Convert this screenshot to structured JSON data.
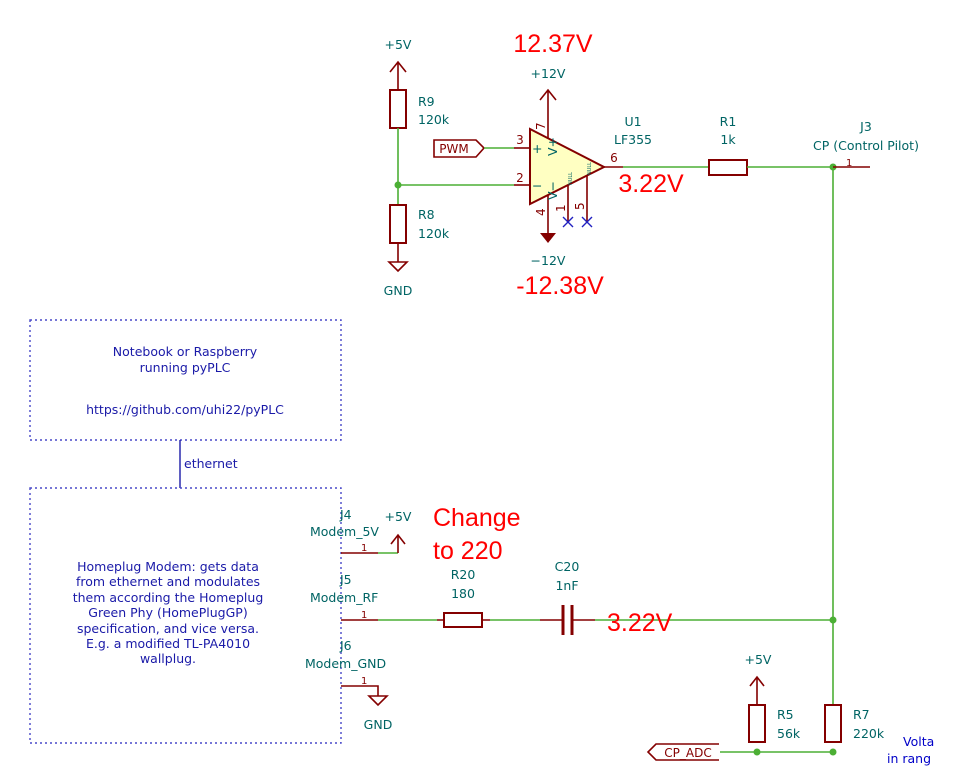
{
  "annotations": {
    "opamp_vplus": "12.37V",
    "opamp_vminus": "-12.38V",
    "opamp_out": "3.22V",
    "cap_node": "3.22V",
    "change_line1": "Change",
    "change_line2": "to 220"
  },
  "power": {
    "p5v": "+5V",
    "p12v": "+12V",
    "m12v": "−12V",
    "gnd": "GND"
  },
  "components": {
    "R9": {
      "ref": "R9",
      "value": "120k"
    },
    "R8": {
      "ref": "R8",
      "value": "120k"
    },
    "U1": {
      "ref": "U1",
      "value": "LF355",
      "pins": [
        "3",
        "2",
        "7",
        "4",
        "1",
        "5",
        "6"
      ],
      "pin_labels": {
        "plus": "+",
        "minus": "−",
        "vplus": "V+",
        "vminus": "V−",
        "null": "NULL"
      }
    },
    "R1": {
      "ref": "R1",
      "value": "1k"
    },
    "J3": {
      "ref": "J3",
      "value": "CP (Control Pilot)",
      "pin": "1"
    },
    "J4": {
      "ref": "J4",
      "value": "Modem_5V",
      "pin": "1"
    },
    "J5": {
      "ref": "J5",
      "value": "Modem_RF",
      "pin": "1"
    },
    "J6": {
      "ref": "J6",
      "value": "Modem_GND",
      "pin": "1"
    },
    "R20": {
      "ref": "R20",
      "value": "180"
    },
    "C20": {
      "ref": "C20",
      "value": "1nF"
    },
    "R5": {
      "ref": "R5",
      "value": "56k"
    },
    "R7": {
      "ref": "R7",
      "value": "220k"
    }
  },
  "labels": {
    "pwm": "PWM",
    "cp_adc": "CP_ADC",
    "ethernet": "ethernet"
  },
  "blocks": {
    "notebook": {
      "line1": "Notebook or Raspberry",
      "line2": "running pyPLC",
      "url": "https://github.com/uhi22/pyPLC"
    },
    "modem": {
      "lines": [
        "Homeplug Modem: gets data",
        "from ethernet and modulates",
        "them according the Homeplug",
        "Green Phy (HomePlugGP)",
        "specification, and vice versa.",
        "E.g. a modified TL-PA4010",
        "wallplug."
      ]
    }
  },
  "comment": {
    "line1": "Volta",
    "line2": "in rang"
  },
  "colors": {
    "wire": "#4caf35",
    "component": "#840000",
    "text": "#006464",
    "annotation": "#ff0000",
    "opamp_fill": "#ffffc2"
  }
}
